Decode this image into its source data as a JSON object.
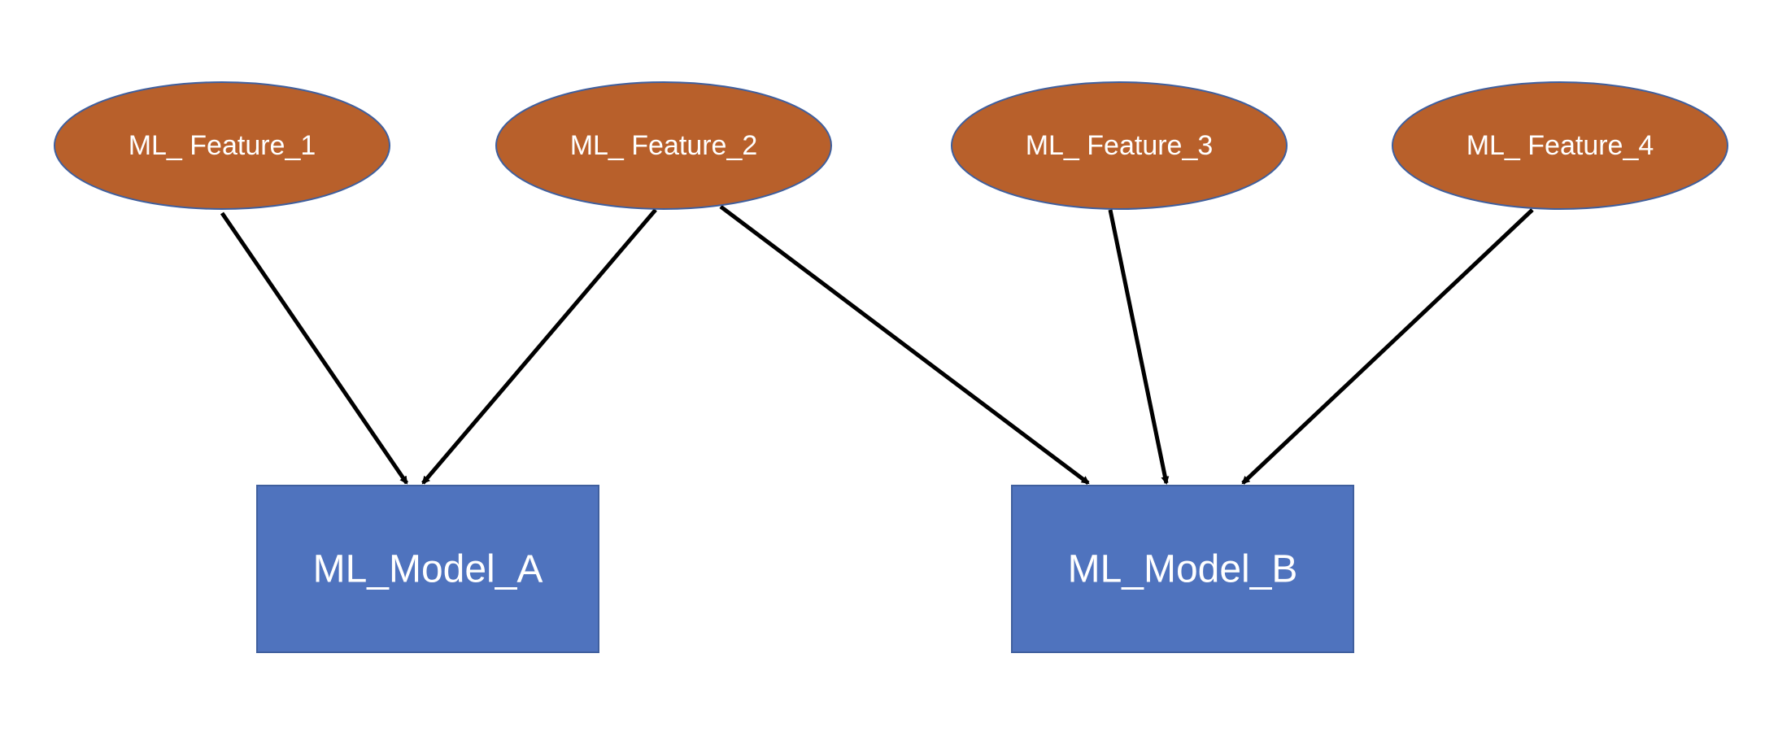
{
  "colors": {
    "feature_fill": "#B8602B",
    "feature_stroke": "#3F5F9E",
    "model_fill": "#4F73BE",
    "model_stroke": "#3F5F9E",
    "edge": "#000000",
    "label": "#FFFFFF"
  },
  "features": [
    {
      "id": "f1",
      "label": "ML_ Feature_1"
    },
    {
      "id": "f2",
      "label": "ML_ Feature_2"
    },
    {
      "id": "f3",
      "label": "ML_ Feature_3"
    },
    {
      "id": "f4",
      "label": "ML_ Feature_4"
    }
  ],
  "models": [
    {
      "id": "mA",
      "label": "ML_Model_A"
    },
    {
      "id": "mB",
      "label": "ML_Model_B"
    }
  ],
  "edges": [
    {
      "from": "f1",
      "to": "mA"
    },
    {
      "from": "f2",
      "to": "mA"
    },
    {
      "from": "f2",
      "to": "mB"
    },
    {
      "from": "f3",
      "to": "mB"
    },
    {
      "from": "f4",
      "to": "mB"
    }
  ]
}
